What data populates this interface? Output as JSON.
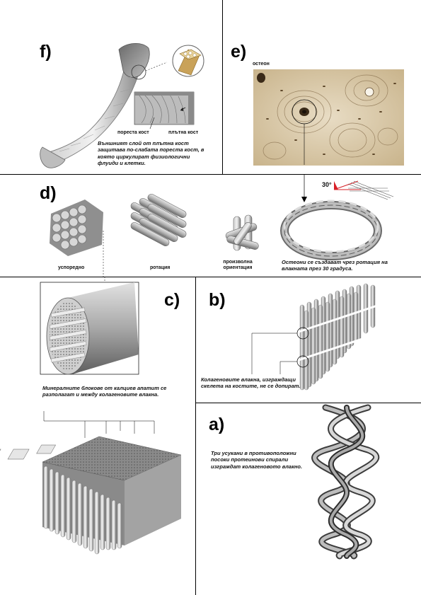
{
  "panels": {
    "f": {
      "label": "f)",
      "caption_porous": "пореста кост",
      "caption_dense": "плътна кост",
      "description": "Външният слой от плътна кост защитава по-слабата пореста кост, в която циркулират физиологични флуиди и клетки."
    },
    "e": {
      "label": "e)",
      "caption_osteon": "остеон"
    },
    "d": {
      "label": "d)",
      "caption_parallel": "успоредно",
      "caption_rotation": "ротация",
      "caption_random": "произволна ориентация",
      "angle": "30°",
      "description": "Остеони се създават чрез ротация на влакната през 30 градуса."
    },
    "c": {
      "label": "c)",
      "description": "Минералните блокове от калциев апатит се разполагат и между колагеновите влакна."
    },
    "b": {
      "label": "b)",
      "description": "Колагеновите влакна, изграждащи скелета на костите, не се допират."
    },
    "a": {
      "label": "a)",
      "description": "Три усукани в противоположни посоки протеинови спирали изграждат колагеновото влакно."
    }
  },
  "colors": {
    "rule": "#000000",
    "bone_gray": "#9a9a9a",
    "micro_bg": "#d9c9a8",
    "osteon_dark": "#3a2a18",
    "angle_red": "#d81f26"
  }
}
